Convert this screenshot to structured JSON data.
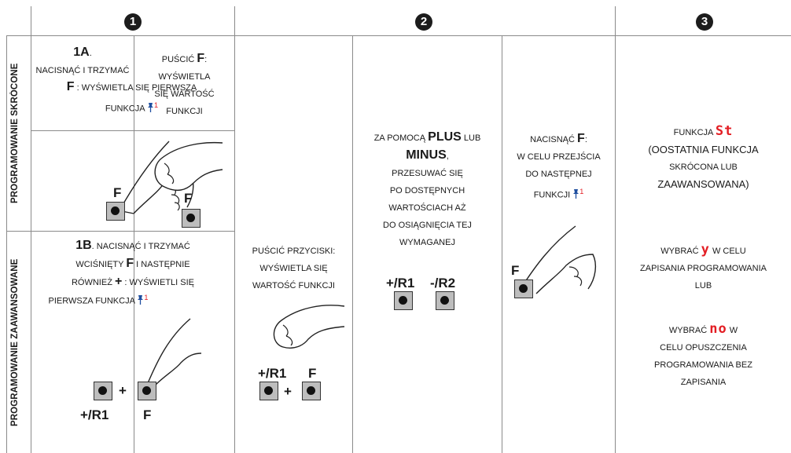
{
  "steps": [
    "1",
    "2",
    "3"
  ],
  "rows": {
    "short": "PROGRAMOWANIE SKRÓCONE",
    "advanced": "PROGRAMOWANIE ZAAWANSOWANE"
  },
  "cell_1a": {
    "title": "1A",
    "dot": ".",
    "line1": "NACISNĄĆ I TRZYMAĆ",
    "key": "F",
    "line2": ": WYŚWIETLA SIĘ PIERWSZA",
    "line3": "FUNKCJA",
    "note": "1"
  },
  "cell_release_f": {
    "line1_pre": "PUŚCIĆ",
    "key": "F",
    "line1_post": ":",
    "line2": "WYŚWIETLA",
    "line3": "SIĘ WARTOŚĆ",
    "line4": "FUNKCJI"
  },
  "cell_1b": {
    "title": "1B",
    "line1": ". NACISNĄĆ I TRZYMAĆ",
    "line2_pre": "WCIŚNIĘTY",
    "key": "F",
    "line2_post": "I NASTĘPNIE",
    "line3_pre": "RÓWNIEŻ",
    "plus": "+",
    "line3_post": ": WYŚWIETLI SIĘ",
    "line4": "PIERWSZA FUNKCJA",
    "note": "1"
  },
  "cell_release_buttons": {
    "line1": "PUŚCIĆ PRZYCISKI:",
    "line2": "WYŚWIETLA SIĘ",
    "line3": "WARTOŚĆ FUNKCJI"
  },
  "cell_plus_minus": {
    "line1_pre": "ZA POMOCĄ",
    "plus_word": "PLUS",
    "line1_post": "LUB",
    "minus_word": "MINUS",
    "comma": ",",
    "line3": "PRZESUWAĆ SIĘ",
    "line4": "PO DOSTĘPNYCH",
    "line5": "WARTOŚCIACH AŻ",
    "line6": "DO OSIĄGNIĘCIA TEJ",
    "line7": "WYMAGANEJ",
    "btn_plus": "+/R1",
    "btn_minus": "-/R2"
  },
  "cell_press_f": {
    "line1_pre": "NACISNĄĆ",
    "key": "F",
    "line1_post": ":",
    "line2": "W CELU PRZEJŚCIA",
    "line3": "DO NASTĘPNEJ",
    "line4": "FUNKCJI",
    "note": "1"
  },
  "cell_step3": {
    "func_label": "FUNKCJA",
    "func_code": "St",
    "paren1": "(OOSTATNIA FUNKCJA",
    "paren2": "SKRÓCONA LUB",
    "paren3": "ZAAWANSOWANA)",
    "choose_y_pre": "WYBRAĆ",
    "yes_code": "y",
    "choose_y_post": "W CELU",
    "save1": "ZAPISANIA PROGRAMOWANIA",
    "save2": "LUB",
    "choose_no_pre": "WYBRAĆ",
    "no_code": "no",
    "choose_no_post": "W",
    "exit1": "CELU OPUSZCZENIA",
    "exit2": "PROGRAMOWANIA BEZ",
    "exit3": "ZAPISANIA"
  },
  "labels": {
    "f": "F",
    "r1": "+/R1",
    "plus": "+"
  },
  "colors": {
    "accent_red": "#e31e24",
    "pin_blue": "#1f4fa0",
    "grid": "#8a8a8a"
  }
}
